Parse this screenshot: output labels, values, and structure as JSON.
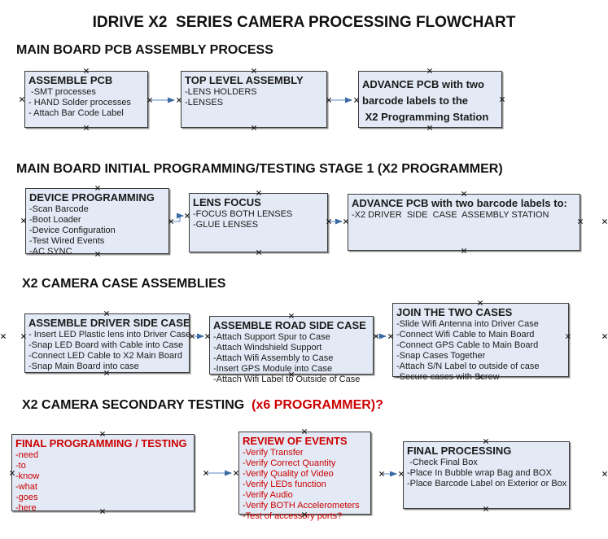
{
  "title": "IDRIVE X2  SERIES CAMERA PROCESSING FLOWCHART",
  "colors": {
    "box_fill": "#e3eaf5",
    "box_border": "#3b3b3b",
    "box_shadow": "#8f8f8f",
    "arrow_line": "#8fb0d8",
    "arrow_head": "#3a6ba5",
    "red_text": "#cc0000",
    "black_text": "#1a1a1a"
  },
  "sections": [
    {
      "heading": "MAIN BOARD PCB ASSEMBLY PROCESS",
      "boxes": [
        {
          "title": "ASSEMBLE PCB",
          "items": [
            " -SMT processes",
            "- HAND Solder processes",
            "- Attach Bar Code Label"
          ]
        },
        {
          "title": "TOP LEVEL ASSEMBLY",
          "items": [
            "-LENS HOLDERS",
            "-LENSES"
          ]
        },
        {
          "lines": [
            "ADVANCE PCB with two",
            "barcode labels to the",
            " X2 Programming Station"
          ]
        }
      ]
    },
    {
      "heading": "MAIN BOARD INITIAL PROGRAMMING/TESTING STAGE 1 (X2 PROGRAMMER)",
      "boxes": [
        {
          "title": "DEVICE PROGRAMMING",
          "items": [
            "-Scan Barcode",
            "-Boot Loader",
            "-Device Configuration",
            "-Test Wired Events",
            "-AC SYNC"
          ]
        },
        {
          "title": "LENS FOCUS",
          "items": [
            "-FOCUS BOTH LENSES",
            "-GLUE LENSES"
          ]
        },
        {
          "title": "ADVANCE PCB with two barcode labels to:",
          "items": [
            "-X2 DRIVER  SIDE  CASE  ASSEMBLY STATION"
          ]
        }
      ]
    },
    {
      "heading": "X2 CAMERA CASE ASSEMBLIES",
      "boxes": [
        {
          "title": "ASSEMBLE DRIVER SIDE CASE",
          "items": [
            "- Insert LED Plastic lens into Driver Case",
            "-Snap LED Board with Cable into Case",
            "-Connect LED Cable to X2 Main Board",
            "-Snap Main Board into case"
          ]
        },
        {
          "title": "ASSEMBLE ROAD SIDE CASE",
          "items": [
            "-Attach Support Spur to Case",
            "-Attach Windshield Support",
            "-Attach Wifi Assembly to Case",
            "-Insert GPS Module into Case",
            "-Attach Wifi Label to Outside of Case"
          ]
        },
        {
          "title": "JOIN THE TWO CASES",
          "items": [
            "-Slide Wifi Antenna into Driver Case",
            "-Connect Wifi Cable to Main Board",
            "-Connect GPS Cable to Main Board",
            "-Snap Cases Together",
            "-Attach S/N Label to outside of case",
            "-Secure cases with Screw"
          ]
        }
      ]
    },
    {
      "heading": "X2 CAMERA SECONDARY TESTING  ",
      "heading_red": "(x6 PROGRAMMER)?",
      "boxes": [
        {
          "title": "FINAL PROGRAMMING / TESTING",
          "items": [
            "-need",
            "-to",
            "-know",
            "-what",
            "-goes",
            "-here"
          ]
        },
        {
          "title": "REVIEW OF EVENTS",
          "items": [
            "-Verify Transfer",
            "-Verify Correct Quantity",
            "-Verify Quality of Video",
            "-Verify LEDs function",
            "-Verify Audio",
            "-Verify BOTH Accelerometers",
            "-Test of accessory ports?"
          ]
        },
        {
          "title": "FINAL PROCESSING",
          "items": [
            " -Check Final Box",
            "-Place In Bubble wrap Bag and BOX",
            "-Place Barcode Label on Exterior or Box"
          ]
        }
      ]
    }
  ]
}
